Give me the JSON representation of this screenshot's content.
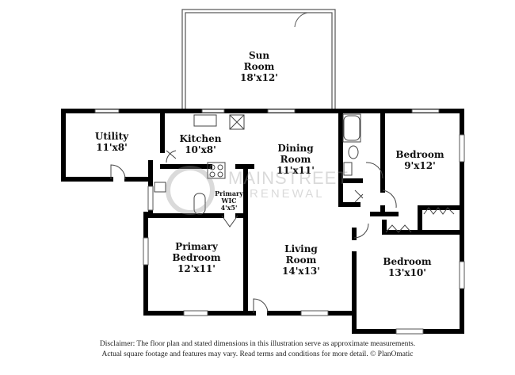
{
  "rooms": [
    {
      "name": "Sun Room",
      "line1": "Sun",
      "line2": "Room",
      "dims": "18'x12'"
    },
    {
      "name": "Utility",
      "line1": "Utility",
      "dims": "11'x8'"
    },
    {
      "name": "Kitchen",
      "line1": "Kitchen",
      "dims": "10'x8'"
    },
    {
      "name": "Dining Room",
      "line1": "Dining",
      "line2": "Room",
      "dims": "11'x11'"
    },
    {
      "name": "Bedroom",
      "line1": "Bedroom",
      "dims": "9'x12'"
    },
    {
      "name": "Primary WIC",
      "line1": "Primary",
      "line2": "WIC",
      "dims": "4'x5'"
    },
    {
      "name": "Primary Bedroom",
      "line1": "Primary",
      "line2": "Bedroom",
      "dims": "12'x11'"
    },
    {
      "name": "Living Room",
      "line1": "Living",
      "line2": "Room",
      "dims": "14'x13'"
    },
    {
      "name": "Bedroom",
      "line1": "Bedroom",
      "dims": "13'x10'"
    }
  ],
  "watermark": {
    "line1": "MAINSTREET",
    "line2": "RENEWAL"
  },
  "disclaimer": {
    "line1": "Disclaimer: The floor plan and stated dimensions in this illustration serve as approximate measurements.",
    "line2": "Actual square footage and features may vary. Read terms and conditions for more detail. © PlanOmatic"
  }
}
